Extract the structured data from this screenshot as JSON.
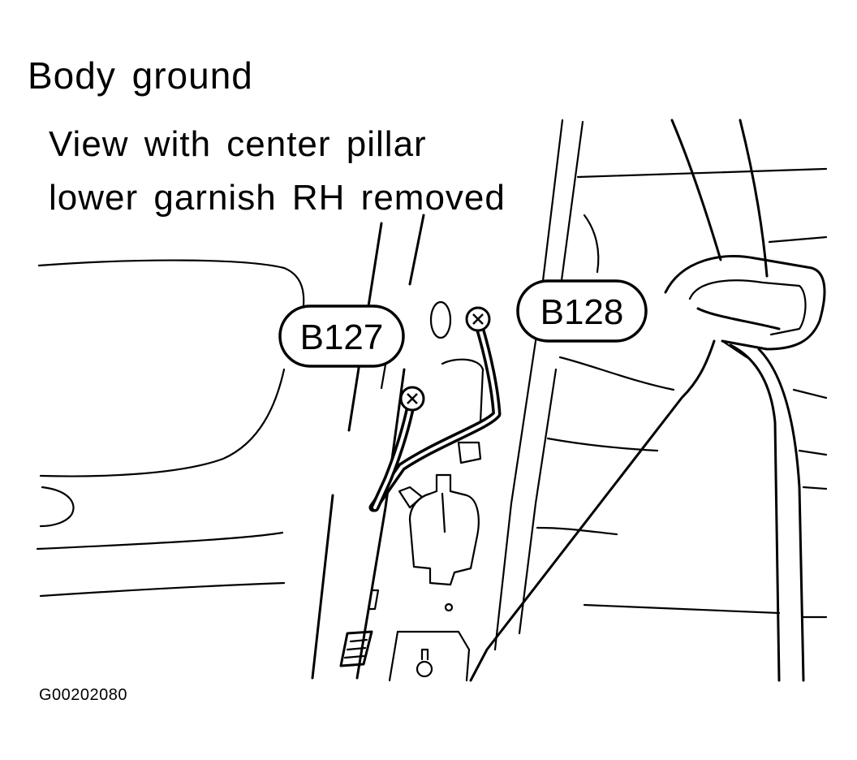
{
  "title": "Body ground",
  "subtitle": {
    "line1": "View with center pillar",
    "line2": "lower garnish RH removed"
  },
  "connectors": {
    "left": "B127",
    "right": "B128"
  },
  "figure_id": "G00202080"
}
